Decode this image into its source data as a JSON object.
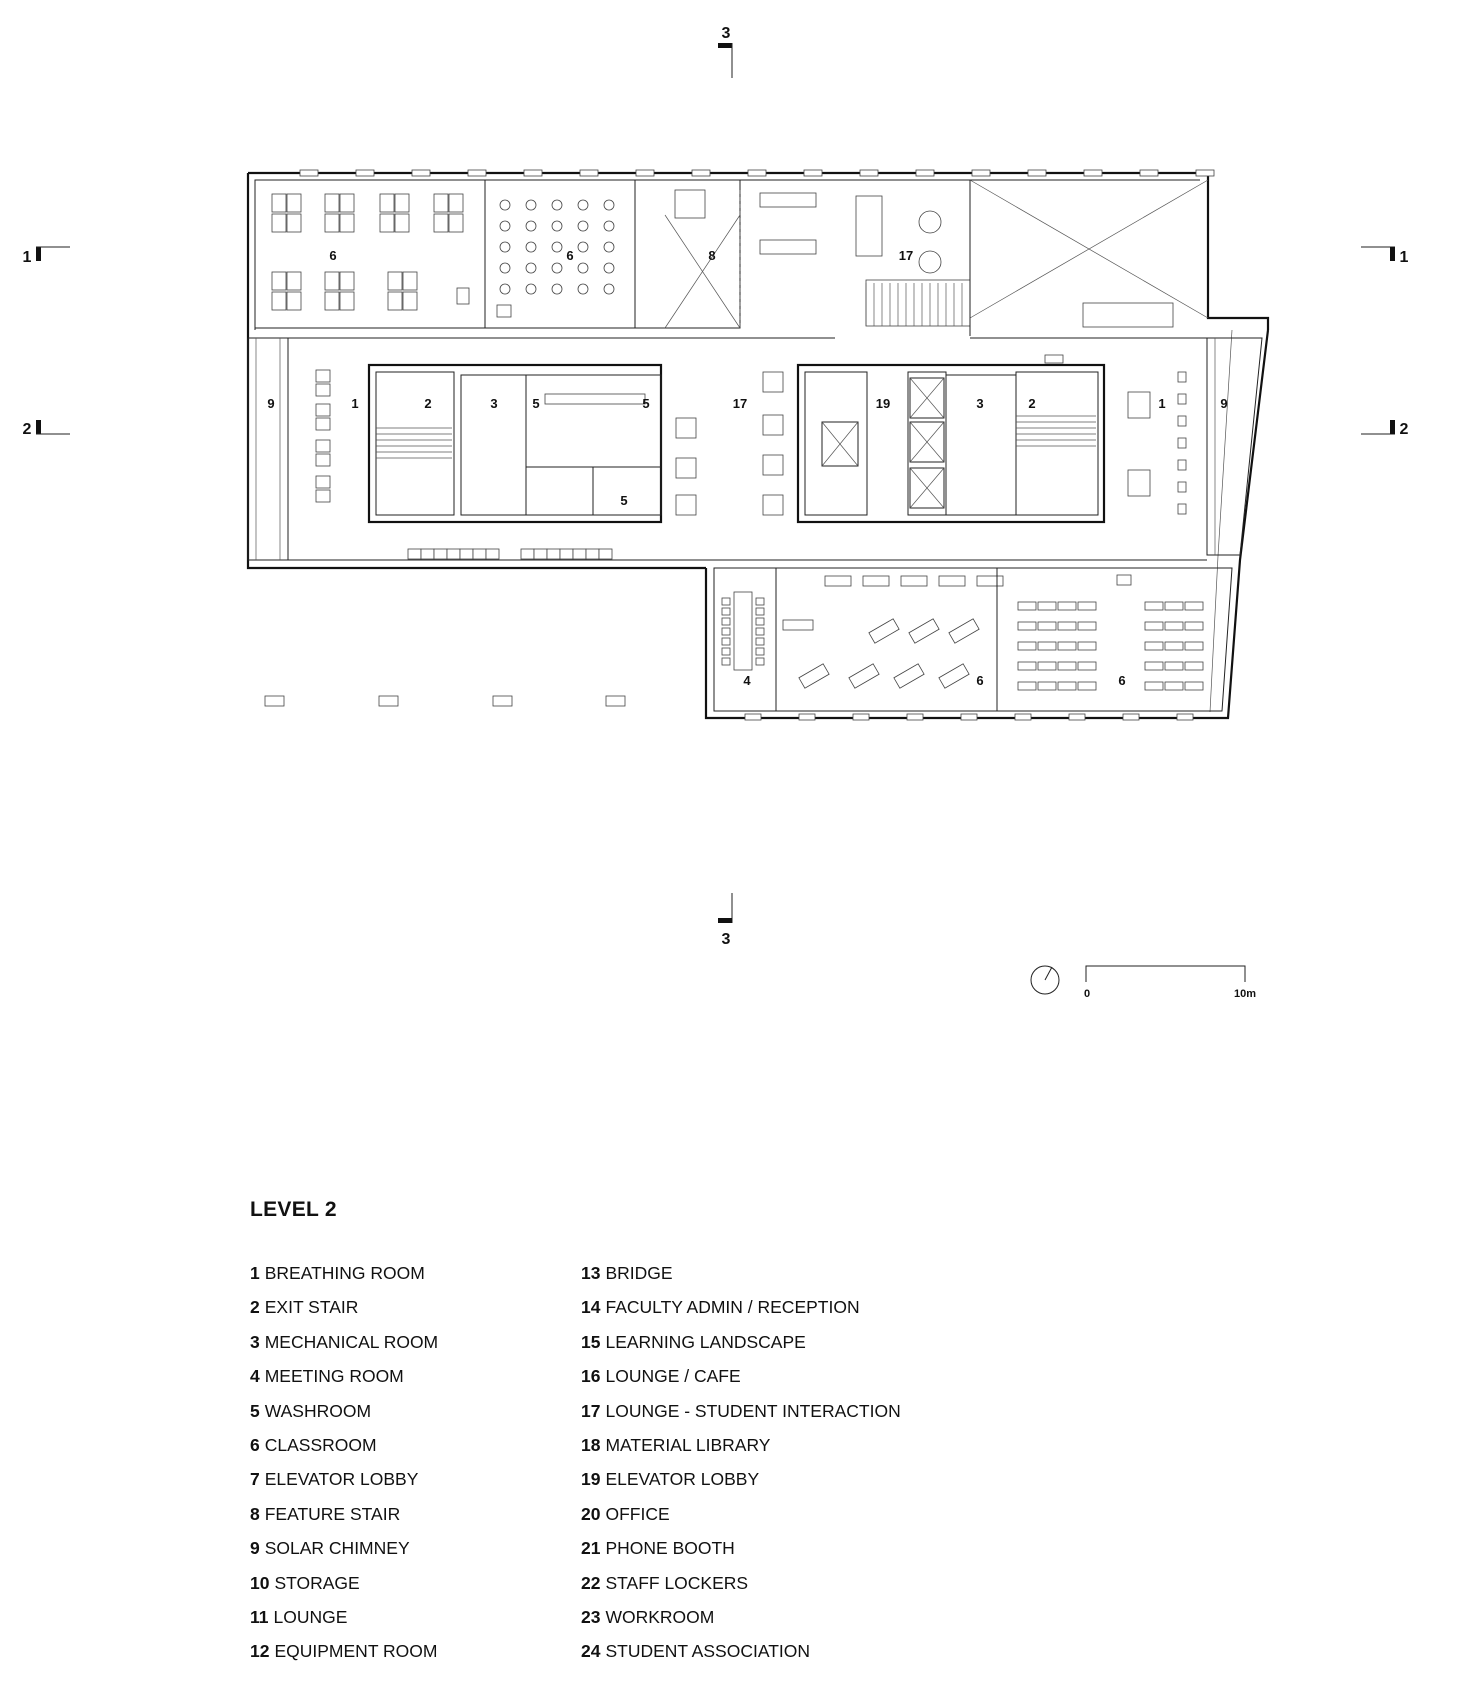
{
  "plan": {
    "section_markers": {
      "top": "3",
      "bottom": "3",
      "left_upper": "1",
      "right_upper": "1",
      "left_lower": "2",
      "right_lower": "2"
    },
    "room_labels": {
      "nw_classroom": "6",
      "n_classroom": "6",
      "feature_stair": "8",
      "north_lounge": "17",
      "west_breathing": "1",
      "west_chimney": "9",
      "west_stair": "2",
      "west_mech": "3",
      "washroom_a": "5",
      "washroom_b": "5",
      "washroom_c": "5",
      "center_lounge": "17",
      "elevator_lobby": "19",
      "east_mech": "3",
      "east_stair": "2",
      "east_breathing": "1",
      "east_chimney": "9",
      "meeting_room": "4",
      "s_classroom_a": "6",
      "s_classroom_b": "6"
    },
    "scale_bar": {
      "start": "0",
      "end": "10m"
    }
  },
  "legend": {
    "title": "LEVEL 2",
    "left": [
      {
        "num": "1",
        "text": "BREATHING ROOM"
      },
      {
        "num": "2",
        "text": "EXIT STAIR"
      },
      {
        "num": "3",
        "text": "MECHANICAL ROOM"
      },
      {
        "num": "4",
        "text": "MEETING ROOM"
      },
      {
        "num": "5",
        "text": "WASHROOM"
      },
      {
        "num": "6",
        "text": "CLASSROOM"
      },
      {
        "num": "7",
        "text": "ELEVATOR LOBBY"
      },
      {
        "num": "8",
        "text": "FEATURE STAIR"
      },
      {
        "num": "9",
        "text": "SOLAR CHIMNEY"
      },
      {
        "num": "10",
        "text": "STORAGE"
      },
      {
        "num": "11",
        "text": "LOUNGE"
      },
      {
        "num": "12",
        "text": "EQUIPMENT ROOM"
      }
    ],
    "right": [
      {
        "num": "13",
        "text": "BRIDGE"
      },
      {
        "num": "14",
        "text": "FACULTY ADMIN / RECEPTION"
      },
      {
        "num": "15",
        "text": "LEARNING LANDSCAPE"
      },
      {
        "num": "16",
        "text": "LOUNGE / CAFE"
      },
      {
        "num": "17",
        "text": "LOUNGE - STUDENT INTERACTION"
      },
      {
        "num": "18",
        "text": "MATERIAL LIBRARY"
      },
      {
        "num": "19",
        "text": "ELEVATOR LOBBY"
      },
      {
        "num": "20",
        "text": "OFFICE"
      },
      {
        "num": "21",
        "text": "PHONE BOOTH"
      },
      {
        "num": "22",
        "text": "STAFF LOCKERS"
      },
      {
        "num": "23",
        "text": "WORKROOM"
      },
      {
        "num": "24",
        "text": "STUDENT ASSOCIATION"
      }
    ]
  }
}
